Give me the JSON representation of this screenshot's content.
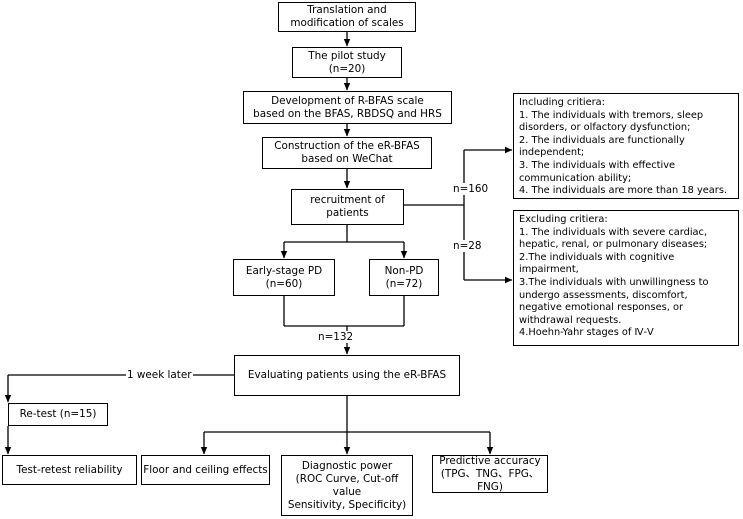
{
  "nodes": {
    "translation": "Translation and\nmodification of scales",
    "pilot": "The pilot study\n(n=20)",
    "development": "Development of R-BFAS scale\nbased on the BFAS, RBDSQ and HRS",
    "construction": "Construction of the eR-BFAS\nbased on WeChat",
    "recruitment": "recruitment of\npatients",
    "early_pd": "Early-stage PD\n(n=60)",
    "non_pd": "Non-PD\n(n=72)",
    "evaluating": "Evaluating patients using the eR-BFAS",
    "retest": "Re-test (n=15)",
    "test_retest": "Test-retest reliability",
    "floor_ceiling": "Floor and ceiling effects",
    "diagnostic": "Diagnostic power\n(ROC Curve, Cut-off value\nSensitivity, Specificity)",
    "predictive": "Predictive accuracy\n(TPG、TNG、FPG、FNG)"
  },
  "including": {
    "title": "Including critiera:",
    "lines": [
      "1. The individuals with tremors, sleep",
      "disorders, or olfactory dysfunction;",
      "2. The individuals are functionally",
      "independent;",
      "3. The individuals with effective",
      "communication ability;",
      "4. The individuals are more than 18 years."
    ]
  },
  "excluding": {
    "title": "Excluding critiera:",
    "lines": [
      "1. The individuals with severe cardiac,",
      "hepatic, renal, or pulmonary diseases;",
      "2.The individuals with cognitive",
      "impairment,",
      "3.The individuals with unwillingness to",
      "undergo assessments, discomfort,",
      "negative emotional responses, or",
      "withdrawal requests.",
      "4.Hoehn-Yahr stages of Ⅳ-Ⅴ"
    ]
  },
  "edge_labels": {
    "n160": "n=160",
    "n28": "n=28",
    "n132": "n=132",
    "one_week": "1 week later"
  }
}
